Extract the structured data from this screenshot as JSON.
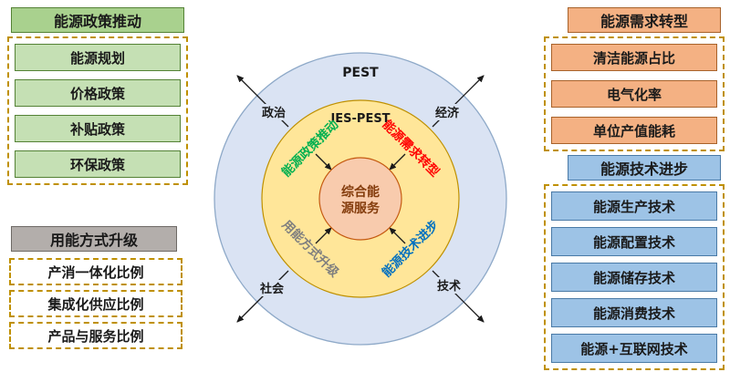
{
  "groups": {
    "policy": {
      "title": "能源政策推动",
      "items": [
        "能源规划",
        "价格政策",
        "补贴政策",
        "环保政策"
      ]
    },
    "usage": {
      "title": "用能方式升级",
      "items": [
        "产消一体化比例",
        "集成化供应比例",
        "产品与服务比例"
      ]
    },
    "demand": {
      "title": "能源需求转型",
      "items": [
        "清洁能源占比",
        "电气化率",
        "单位产值能耗"
      ]
    },
    "tech": {
      "title": "能源技术进步",
      "items": [
        "能源生产技术",
        "能源配置技术",
        "能源储存技术",
        "能源消费技术",
        "能源+互联网技术"
      ]
    }
  },
  "diagram": {
    "outer_ring_label": "PEST",
    "inner_ring_label": "IES-PEST",
    "center_line1": "综合能",
    "center_line2": "源服务",
    "axis_labels": {
      "politics": "政治",
      "economy": "经济",
      "society": "社会",
      "technology": "技术"
    },
    "quadrant_labels": {
      "policy": {
        "text": "能源政策推动",
        "color": "#00b050"
      },
      "demand": {
        "text": "能源需求转型",
        "color": "#ff0000"
      },
      "usage": {
        "text": "用能方式升级",
        "color": "#7f7f7f"
      },
      "tech": {
        "text": "能源技术进步",
        "color": "#0070c0"
      }
    }
  },
  "colors": {
    "green_header": "#a9d18e",
    "green_item": "#c5e0b4",
    "orange": "#f4b183",
    "blue": "#9dc3e6",
    "gray_header": "#b3aeab",
    "dashed_border": "#bf9000",
    "outer_circle": "#dae3f3",
    "middle_circle": "#ffe699",
    "center_circle": "#f8cbad",
    "center_text": "#843c0c"
  }
}
